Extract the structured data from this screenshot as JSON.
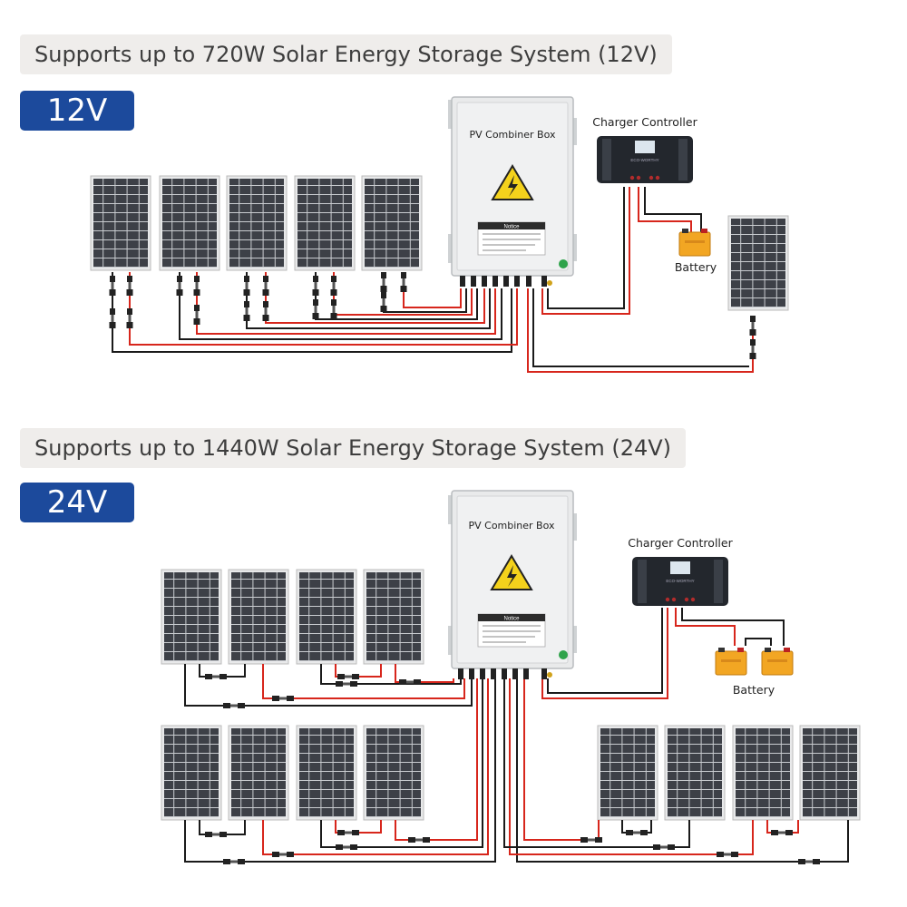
{
  "section_12v": {
    "banner": "Supports up to 720W Solar Energy Storage System (12V)",
    "badge": "12V",
    "combiner_title": "PV Combiner Box",
    "controller_label": "Charger Controller",
    "battery_label": "Battery",
    "notice": "Notice",
    "controller_brand": "ECO-WORTHY"
  },
  "section_24v": {
    "banner": "Supports up to 1440W Solar Energy Storage System (24V)",
    "badge": "24V",
    "combiner_title": "PV Combiner Box",
    "controller_label": "Charger Controller",
    "battery_label": "Battery",
    "notice": "Notice",
    "controller_brand": "ECO-WORTHY"
  },
  "colors": {
    "badge": "#1c4a9c",
    "wire_red": "#d7261c",
    "wire_black": "#1a1a1a",
    "battery": "#f2a623",
    "panel": "#3b3e44"
  }
}
